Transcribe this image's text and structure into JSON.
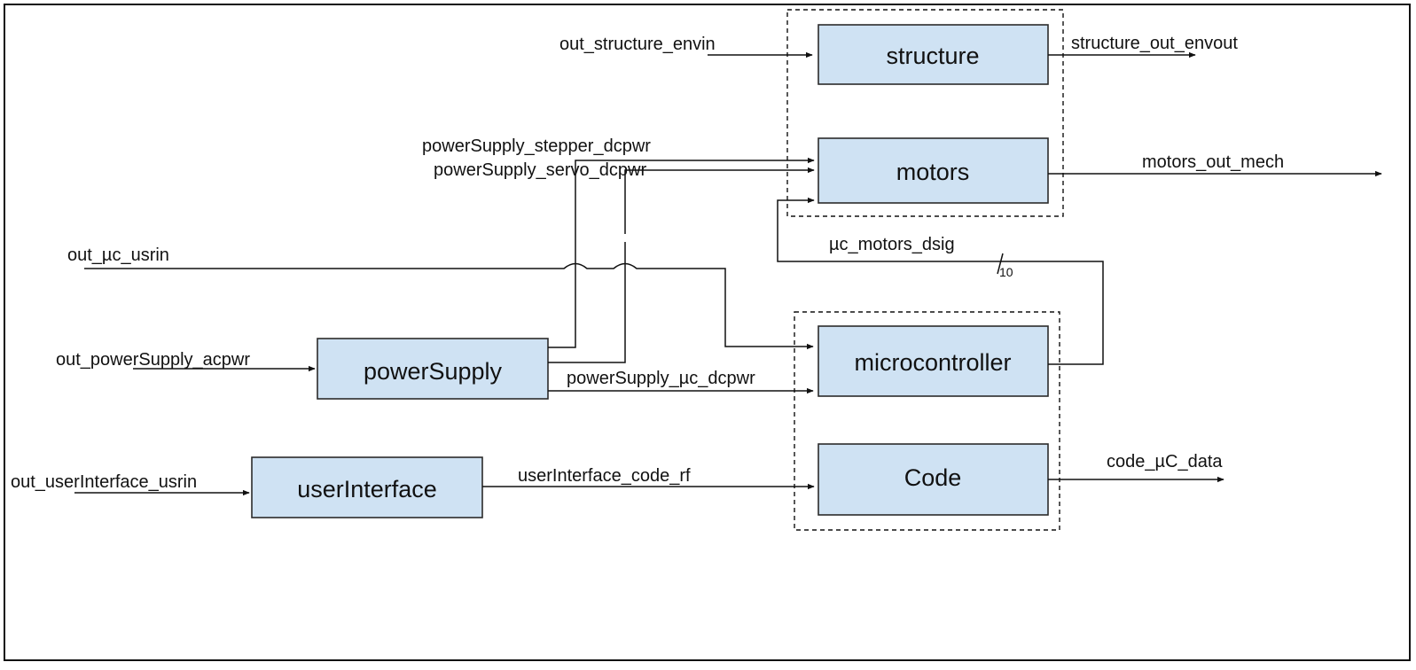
{
  "blocks": {
    "structure": "structure",
    "motors": "motors",
    "microcontroller": "microcontroller",
    "code": "Code",
    "power_supply": "powerSupply",
    "user_interface": "userInterface"
  },
  "signals": {
    "out_structure_envin": "out_structure_envin",
    "structure_out_envout": "structure_out_envout",
    "power_supply_stepper_dcpwr": "powerSupply_stepper_dcpwr",
    "power_supply_servo_dcpwr": "powerSupply_servo_dcpwr",
    "motors_out_mech": "motors_out_mech",
    "out_uc_usrin": "out_µc_usrin",
    "uc_motors_dsig": "µc_motors_dsig",
    "bus_width": "10",
    "out_power_supply_acpwr": "out_powerSupply_acpwr",
    "power_supply_uc_dcpwr": "powerSupply_µc_dcpwr",
    "out_user_interface_usrin": "out_userInterface_usrin",
    "user_interface_code_rf": "userInterface_code_rf",
    "code_uc_data": "code_µC_data"
  },
  "colors": {
    "block_fill": "#cfe2f3",
    "stroke": "#111111",
    "background": "#ffffff"
  }
}
